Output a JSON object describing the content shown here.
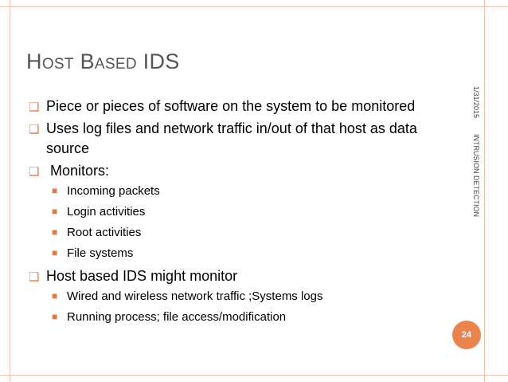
{
  "slide": {
    "title": {
      "word1_initial": "H",
      "word1_rest": "OST",
      "word2_initial": "B",
      "word2_rest": "ASED",
      "word3": "IDS"
    },
    "bullets": [
      {
        "level": 1,
        "text": "Piece or pieces of software on the system to be monitored"
      },
      {
        "level": 1,
        "text": "Uses log files and network traffic in/out of that host as data source"
      },
      {
        "level": 1,
        "text": " Monitors:"
      },
      {
        "level": 2,
        "text": "Incoming packets"
      },
      {
        "level": 2,
        "text": "Login activities"
      },
      {
        "level": 2,
        "text": "Root activities"
      },
      {
        "level": 2,
        "text": "File systems"
      },
      {
        "level": 1,
        "text": "Host based IDS might monitor"
      },
      {
        "level": 2,
        "text": "Wired and wireless network traffic ;Systems logs"
      },
      {
        "level": 2,
        "text": "Running process; file access/modification"
      }
    ],
    "side": {
      "date": "1/31/2015",
      "section": "INTRUSION DETECTION"
    },
    "page_number": "24"
  },
  "colors": {
    "accent": "#e9844f",
    "bullet": "#e07a4a",
    "frame": "#f1c3ad",
    "title": "#555555"
  },
  "icons": {
    "level1_bullet": "curled-square-bullet-icon",
    "level2_bullet": "square-bullet-icon"
  }
}
